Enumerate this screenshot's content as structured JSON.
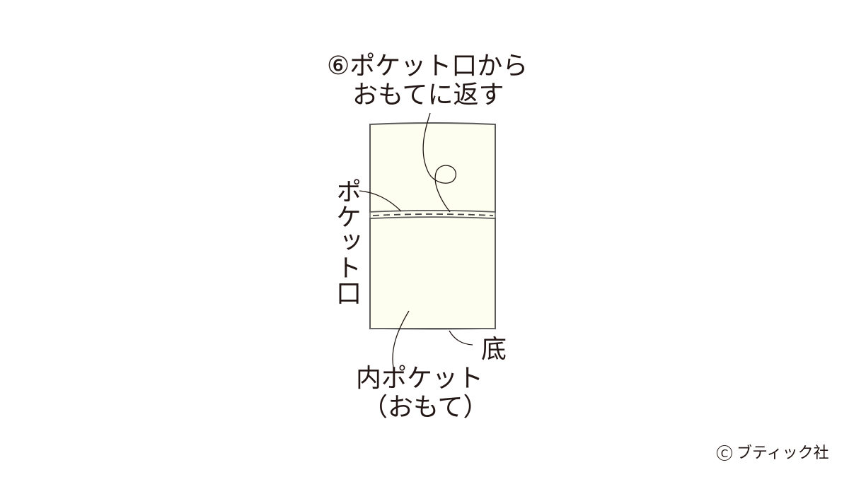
{
  "step_label": {
    "line1": "⑥ポケット口から",
    "line2": "おもてに返す"
  },
  "pocket_opening_label": "ポケット口",
  "bottom_label": "底",
  "inner_pocket_label": {
    "line1": "内ポケット",
    "line2": "（おもて）"
  },
  "copyright": {
    "symbol": "C",
    "publisher": "ブティック社"
  },
  "colors": {
    "fabric_fill": "#fdfdf0",
    "outline": "#5a5a5a",
    "text": "#231815"
  }
}
